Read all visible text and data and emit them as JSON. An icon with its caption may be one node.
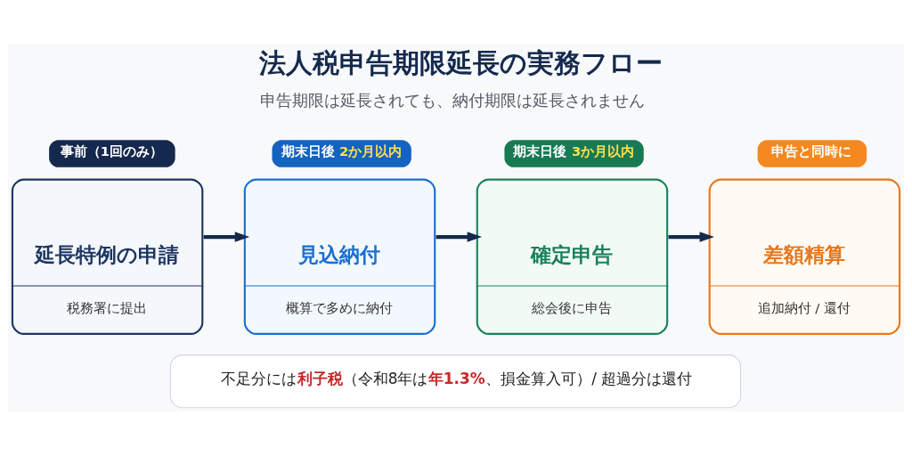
{
  "diagram": {
    "title": "法人税申告期限延長の実務フロー",
    "nodes": [
      {
        "text": [
          "事前（1回のみ）",
          "延長特例の申請",
          "税務署に提出"
        ]
      },
      {
        "text": [
          "期末日後 2か月以内",
          "見込納付",
          "概算で多めに納付"
        ]
      },
      {
        "text": [
          "期末日後 3か月以内",
          "確定申告",
          "総会後に申告"
        ]
      },
      {
        "text": [
          "申告と同時に",
          "差額精算",
          "追加納付 / 還付"
        ]
      },
      {
        "text": [
          "不足分には**利子税**（令和8年は**年1.3%**、損金算入可）/ 超過分は還付"
        ]
      }
    ],
    "edges": [
      {
        "from": 0,
        "to": 1,
        "arrow": "to"
      },
      {
        "from": 1,
        "to": 2,
        "arrow": "to"
      },
      {
        "from": 2,
        "to": 3,
        "arrow": "to"
      }
    ],
    "labels": [
      "申告期限は延長されても、納付期限は延長されません"
    ]
  }
}
